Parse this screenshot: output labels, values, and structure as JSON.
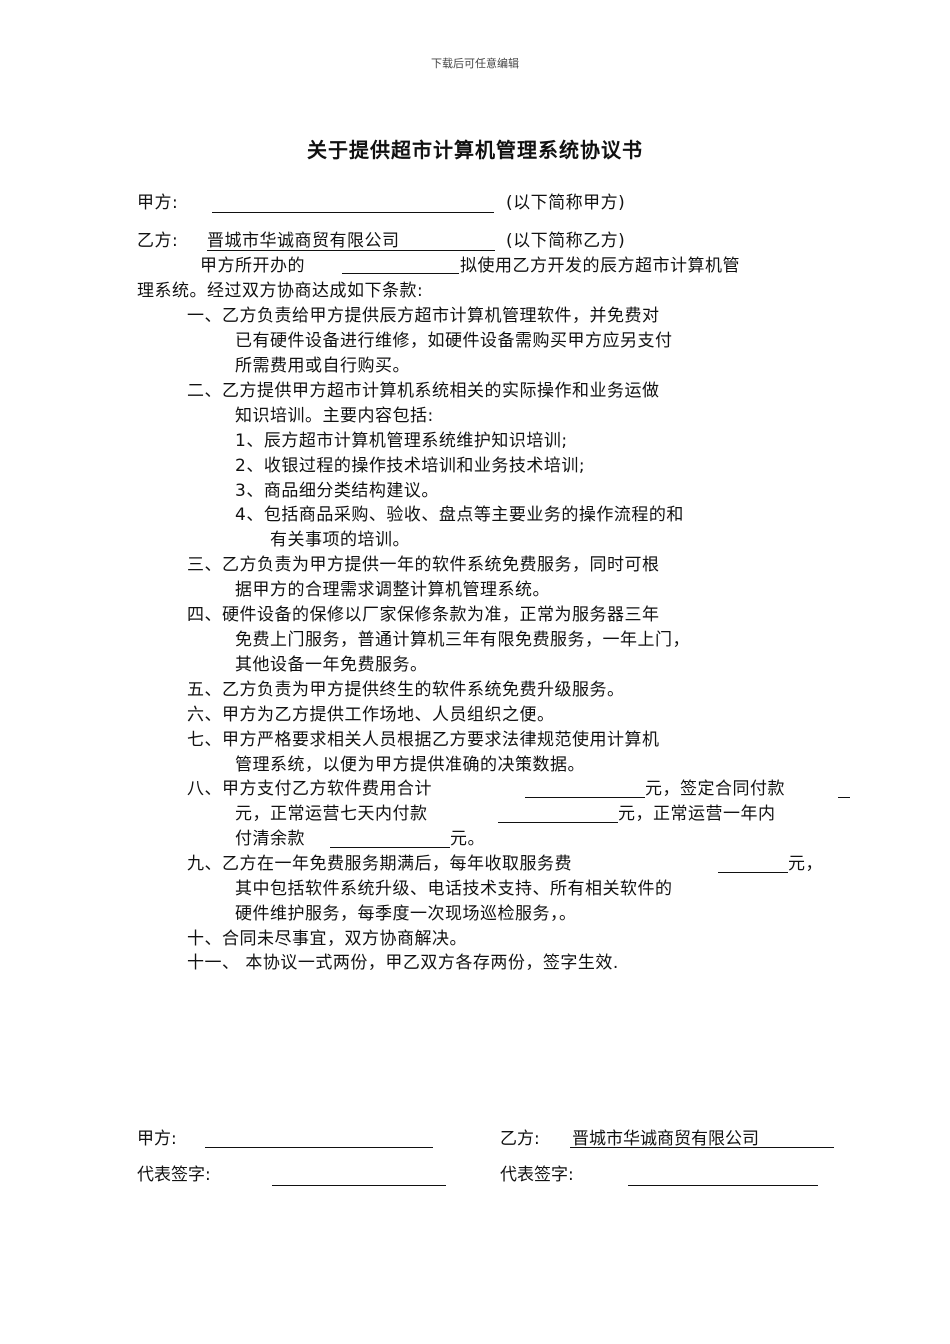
{
  "header": "下载后可任意编辑",
  "title": "关于提供超市计算机管理系统协议书",
  "party_a": {
    "label": "甲方:",
    "suffix": "(以下简称甲方)"
  },
  "party_b": {
    "label": "乙方:",
    "name": "晋城市华诚商贸有限公司",
    "suffix": "(以下简称乙方)"
  },
  "intro": {
    "line1_a": "甲方所开办的",
    "line1_b": "拟使用乙方开发的辰方超市计算机管",
    "line2": "理系统。经过双方协商达成如下条款:"
  },
  "clauses": {
    "c1": [
      "一、乙方负责给甲方提供辰方超市计算机管理软件，并免费对",
      "已有硬件设备进行维修，如硬件设备需购买甲方应另支付",
      "所需费用或自行购买。"
    ],
    "c2": [
      "二、乙方提供甲方超市计算机系统相关的实际操作和业务运做",
      "知识培训。主要内容包括:"
    ],
    "sub1": "1、辰方超市计算机管理系统维护知识培训;",
    "sub2": "2、收银过程的操作技术培训和业务技术培训;",
    "sub3": "3、商品细分类结构建议。",
    "sub4": [
      "4、包括商品采购、验收、盘点等主要业务的操作流程的和",
      "有关事项的培训。"
    ],
    "c3": [
      "三、乙方负责为甲方提供一年的软件系统免费服务，同时可根",
      "据甲方的合理需求调整计算机管理系统。"
    ],
    "c4": [
      "四、硬件设备的保修以厂家保修条款为准，正常为服务器三年",
      "免费上门服务，普通计算机三年有限免费服务，一年上门，",
      "其他设备一年免费服务。"
    ],
    "c5": "五、乙方负责为甲方提供终生的软件系统免费升级服务。",
    "c6": "六、甲方为乙方提供工作场地、人员组织之便。",
    "c7": [
      "七、甲方严格要求相关人员根据乙方要求法律规范使用计算机",
      "管理系统，以便为甲方提供准确的决策数据。"
    ],
    "c8": {
      "l1_a": "八、甲方支付乙方软件费用合计",
      "l1_b": "元，签定合同付款",
      "l2_a": "元，正常运营七天内付款",
      "l2_b": "元，正常运营一年内",
      "l3_a": "付清余款",
      "l3_b": "元。"
    },
    "c9": {
      "l1_a": "九、乙方在一年免费服务期满后，每年收取服务费",
      "l1_b": "元，",
      "l2": "其中包括软件系统升级、电话技术支持、所有相关软件的",
      "l3": "硬件维护服务，每季度一次现场巡检服务，。"
    },
    "c10": "十、合同未尽事宜，双方协商解决。",
    "c11": "十一、 本协议一式两份，甲乙双方各存两份，签字生效."
  },
  "signatures": {
    "a_label": "甲方:",
    "b_label": "乙方:",
    "b_name": "晋城市华诚商贸有限公司",
    "rep_a": "代表签字:",
    "rep_b": "代表签字:"
  }
}
